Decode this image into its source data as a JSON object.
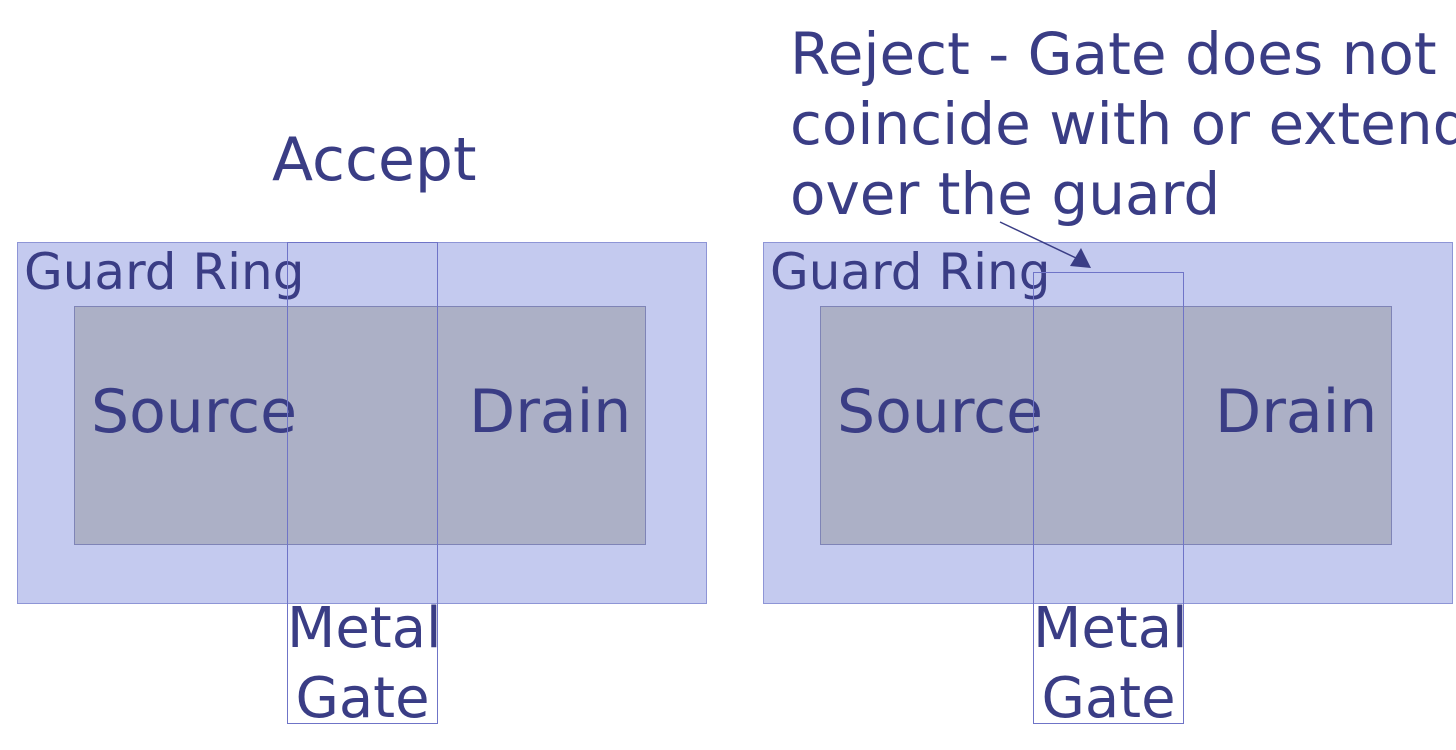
{
  "left_panel": {
    "status": "Accept",
    "guard_label": "Guard Ring",
    "source_label": "Source",
    "drain_label": "Drain",
    "gate_label_line1": "Metal",
    "gate_label_line2": "Gate"
  },
  "right_panel": {
    "status_line1": "Reject - Gate does not",
    "status_line2": "coincide with or extend",
    "status_line3": "over the guard",
    "guard_label": "Guard Ring",
    "source_label": "Source",
    "drain_label": "Drain",
    "gate_label_line1": "Metal",
    "gate_label_line2": "Gate"
  },
  "colors": {
    "text": "#3a3d85",
    "guard_ring_fill": "#c4caef",
    "active_fill": "#acb0c6",
    "gate_outline": "#6f74c7"
  }
}
